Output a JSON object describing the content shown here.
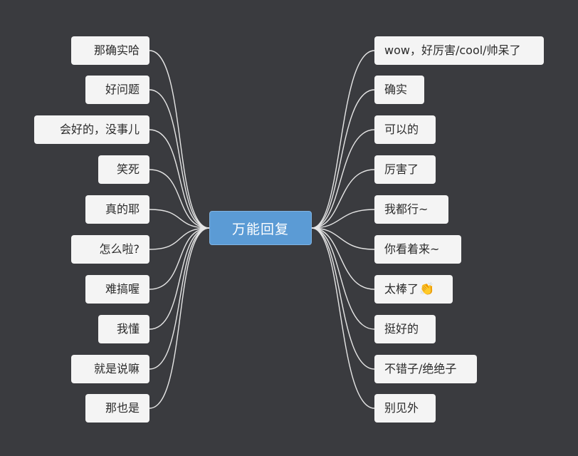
{
  "mindmap": {
    "center": {
      "label": "万能回复",
      "color": "#5b9bd5"
    },
    "left": [
      {
        "label": "那确实哈"
      },
      {
        "label": "好问题"
      },
      {
        "label": "会好的，没事儿"
      },
      {
        "label": "笑死"
      },
      {
        "label": "真的耶"
      },
      {
        "label": "怎么啦?"
      },
      {
        "label": "难搞喔"
      },
      {
        "label": "我懂"
      },
      {
        "label": "就是说嘛"
      },
      {
        "label": "那也是"
      }
    ],
    "right": [
      {
        "label": "wow，好厉害/cool/帅呆了"
      },
      {
        "label": "确实"
      },
      {
        "label": "可以的"
      },
      {
        "label": "厉害了"
      },
      {
        "label": "我都行~"
      },
      {
        "label": "你看着来~"
      },
      {
        "label": "太棒了",
        "icon": "clapping-hands-icon",
        "icon_glyph": "👏"
      },
      {
        "label": "挺好的"
      },
      {
        "label": "不错子/绝绝子"
      },
      {
        "label": "别见外"
      }
    ],
    "colors": {
      "background": "#3a3b3f",
      "connector": "#e6e6e6",
      "node_fill": "#f4f4f4"
    }
  }
}
